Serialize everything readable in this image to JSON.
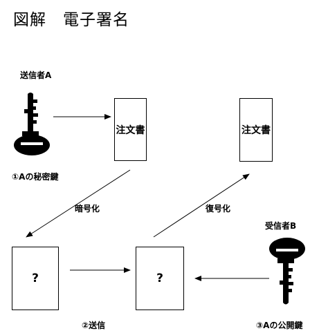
{
  "title": "図解　電子署名",
  "sender": {
    "label": "送信者A",
    "key_label": "①Aの秘密鍵"
  },
  "receiver": {
    "label": "受信者B",
    "key_label": "③Aの公開鍵"
  },
  "documents": {
    "original": "注文書",
    "restored": "注文書",
    "encrypted_left": "?",
    "encrypted_right": "?"
  },
  "steps": {
    "encrypt": "暗号化",
    "send": "②送信",
    "decrypt": "復号化"
  },
  "icons": {
    "sender_key": "key-icon",
    "receiver_key": "key-icon"
  },
  "colors": {
    "ink": "#000000",
    "background": "#ffffff"
  }
}
